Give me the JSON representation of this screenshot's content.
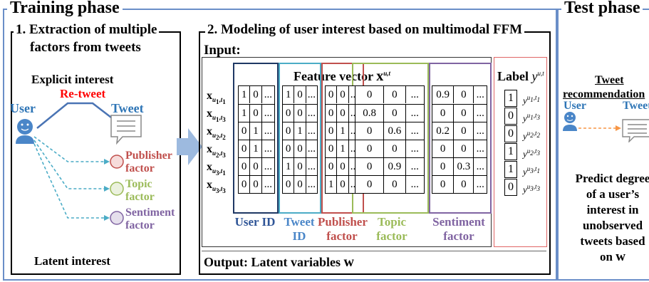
{
  "training": {
    "title": "Training phase",
    "extraction": {
      "title": "1. Extraction of multiple",
      "title2": "factors from tweets",
      "explicit": "Explicit interest",
      "retweet": "Re-tweet",
      "user": "User",
      "tweet": "Tweet",
      "factors": [
        {
          "l1": "Publisher",
          "l2": "factor",
          "color": "#c0504d",
          "fill": "#f6dcdb"
        },
        {
          "l1": "Topic",
          "l2": "factor",
          "color": "#9bbb59",
          "fill": "#ebf1de"
        },
        {
          "l1": "Sentiment",
          "l2": "factor",
          "color": "#8064a2",
          "fill": "#e5dfec"
        }
      ],
      "latent": "Latent interest"
    },
    "modeling": {
      "title": "2. Modeling of user interest based on multimodal FFM",
      "input": "Input:",
      "feature_vector": "Feature vector",
      "label": "Label",
      "row_labels": [
        "x^{u1,t1}",
        "x^{u1,t3}",
        "x^{u2,t2}",
        "x^{u2,t3}",
        "x^{u3,t1}",
        "x^{u3,t3}"
      ],
      "groups": [
        {
          "name": "User ID",
          "color": "#1f3864",
          "label_color": "#2f5597",
          "rows": [
            [
              "1",
              "0",
              "..."
            ],
            [
              "1",
              "0",
              "..."
            ],
            [
              "0",
              "1",
              "..."
            ],
            [
              "0",
              "1",
              "..."
            ],
            [
              "0",
              "0",
              "..."
            ],
            [
              "0",
              "0",
              "..."
            ]
          ]
        },
        {
          "name": "Tweet ID",
          "color": "#4bacc6",
          "label_color": "#4a86c8",
          "rows": [
            [
              "1",
              "0",
              "..."
            ],
            [
              "0",
              "0",
              "..."
            ],
            [
              "0",
              "1",
              "..."
            ],
            [
              "0",
              "0",
              "..."
            ],
            [
              "1",
              "0",
              "..."
            ],
            [
              "0",
              "0",
              "..."
            ]
          ]
        },
        {
          "name": "Publisher factor",
          "color": "#c0504d",
          "label_color": "#c0504d",
          "rows": [
            [
              "0",
              "0",
              "..."
            ],
            [
              "0",
              "0",
              "..."
            ],
            [
              "0",
              "1",
              "..."
            ],
            [
              "0",
              "1",
              "..."
            ],
            [
              "0",
              "0",
              "..."
            ],
            [
              "1",
              "0",
              "..."
            ]
          ]
        },
        {
          "name": "Topic factor",
          "color": "#9bbb59",
          "label_color": "#9bbb59",
          "rows": [
            [
              "0",
              "0",
              "..."
            ],
            [
              "0.8",
              "0",
              "..."
            ],
            [
              "0",
              "0.6",
              "..."
            ],
            [
              "0",
              "0",
              "..."
            ],
            [
              "0",
              "0.9",
              "..."
            ],
            [
              "0",
              "0",
              "..."
            ]
          ]
        },
        {
          "name": "Sentiment factor",
          "color": "#8064a2",
          "label_color": "#8064a2",
          "rows": [
            [
              "0.9",
              "0",
              "..."
            ],
            [
              "0",
              "0",
              "..."
            ],
            [
              "0.2",
              "0",
              "..."
            ],
            [
              "0",
              "0",
              "..."
            ],
            [
              "0",
              "0.3",
              "..."
            ],
            [
              "0",
              "0",
              "..."
            ]
          ]
        }
      ],
      "labels": [
        "1",
        "0",
        "0",
        "1",
        "1",
        "0"
      ],
      "label_names": [
        "y^{u1,t1}",
        "y^{u1,t3}",
        "y^{u2,t2}",
        "y^{u2,t3}",
        "y^{u3,t1}",
        "y^{u3,t3}"
      ],
      "output": "Output: Latent variables",
      "w": "w"
    }
  },
  "test": {
    "title": "Test phase",
    "recommend1": "Tweet",
    "recommend2": "recommendation",
    "user": "User",
    "tweet": "Tweet",
    "predict": [
      "Predict degree",
      "of a user’s",
      "interest in",
      "unobserved",
      "tweets based"
    ],
    "on": "on",
    "w": "w"
  }
}
